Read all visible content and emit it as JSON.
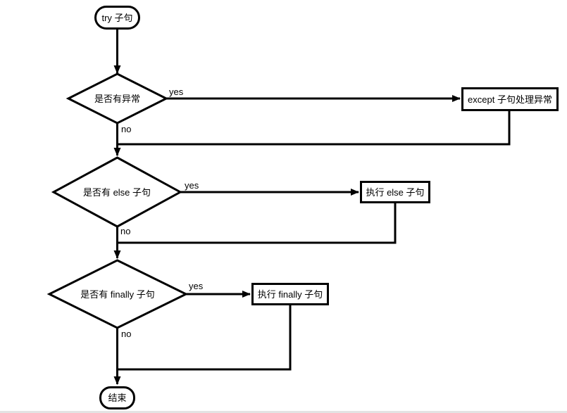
{
  "nodes": {
    "start": {
      "label": "try 子句"
    },
    "decision_exception": {
      "label": "是否有异常"
    },
    "except_handler": {
      "label": "except 子句处理异常"
    },
    "decision_else": {
      "label": "是否有 else 子句"
    },
    "run_else": {
      "label": "执行 else 子句"
    },
    "decision_finally": {
      "label": "是否有 finally 子句"
    },
    "run_finally": {
      "label": "执行 finally 子句"
    },
    "end": {
      "label": "结束"
    }
  },
  "edges": {
    "exception": {
      "yes": "yes",
      "no": "no"
    },
    "else": {
      "yes": "yes",
      "no": "no"
    },
    "finally": {
      "yes": "yes",
      "no": "no"
    }
  },
  "colors": {
    "line": "#000000",
    "node_fill": "#ffffff",
    "background": "#ffffff",
    "bottom_edge": "#e3e3e3"
  }
}
